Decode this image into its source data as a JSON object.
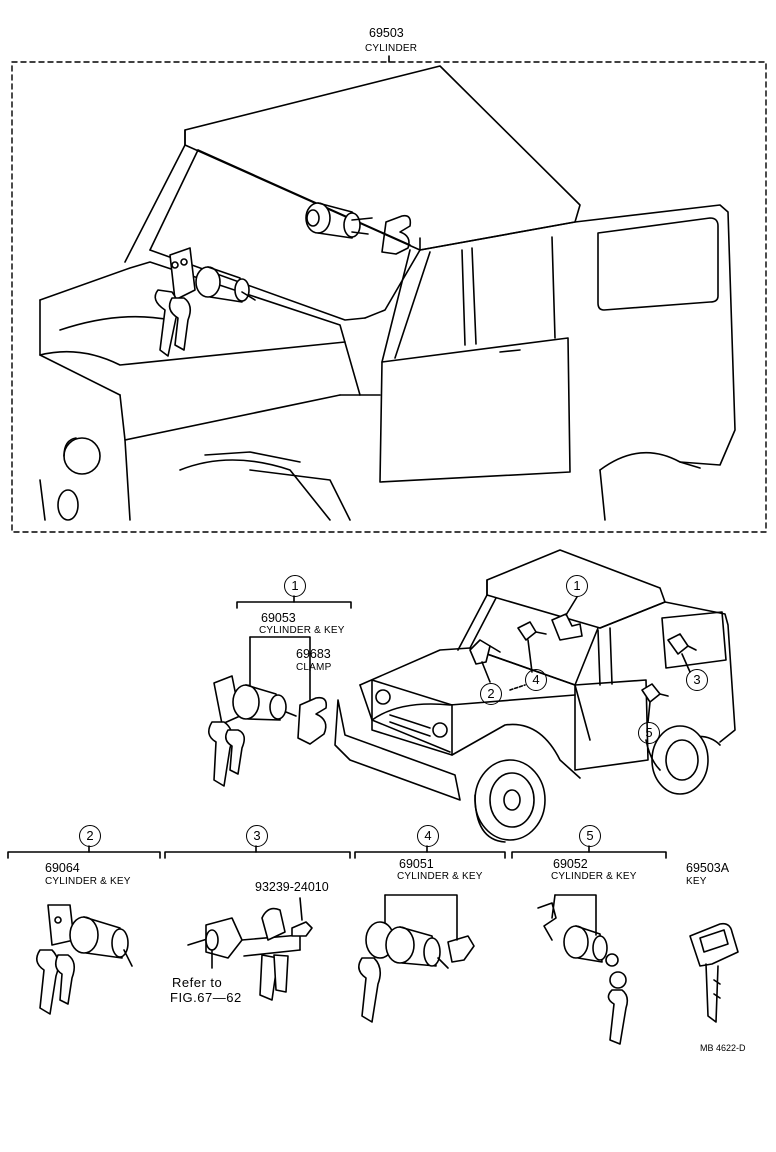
{
  "top_group": {
    "part_no": "69503",
    "desc": "CYLINDER"
  },
  "group1": {
    "marker": "1",
    "cylinder": {
      "part_no": "69053",
      "desc": "CYLINDER & KEY"
    },
    "clamp": {
      "part_no": "69683",
      "desc": "CLAMP"
    }
  },
  "vehicle_markers": [
    "1",
    "2",
    "3",
    "4",
    "5"
  ],
  "group2": {
    "marker": "2",
    "part_no": "69064",
    "desc": "CYLINDER & KEY"
  },
  "group3": {
    "marker": "3",
    "part_no": "93239-24010",
    "refer_line1": "Refer to",
    "refer_line2": "FIG.67—62"
  },
  "group4": {
    "marker": "4",
    "part_no": "69051",
    "desc": "CYLINDER & KEY"
  },
  "group5": {
    "marker": "5",
    "part_no": "69052",
    "desc": "CYLINDER & KEY"
  },
  "key": {
    "part_no": "69503A",
    "desc": "KEY"
  },
  "diagram_code": "MB 4622-D"
}
